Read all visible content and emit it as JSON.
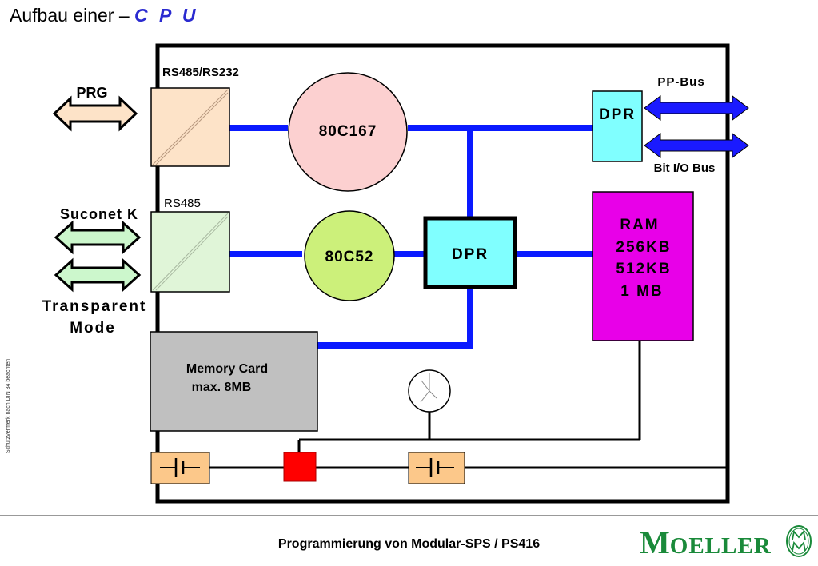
{
  "title": {
    "prefix": "Aufbau einer –",
    "highlight": "C P U"
  },
  "labels": {
    "rs485_rs232": "RS485/RS232",
    "rs485": "RS485",
    "prg": "PRG",
    "suconet": "Suconet K",
    "transparent": "Transparent",
    "mode": "Mode",
    "pp_bus": "PP-Bus",
    "bit_io_bus": "Bit I/O Bus"
  },
  "blocks": {
    "cpu_main": "80C167",
    "cpu_aux": "80C52",
    "dpr_top": "DPR",
    "dpr_center": "DPR",
    "ram": [
      "RAM",
      "256KB",
      "512KB",
      "1 MB"
    ],
    "memory_card": [
      "Memory Card",
      "max. 8MB"
    ]
  },
  "colors": {
    "bus": "#0a1aff",
    "rs485_rs232_box": "#fde3c8",
    "rs485_box": "#e0f5d8",
    "cpu_main": "#fcd0d0",
    "cpu_aux": "#ccf07a",
    "dpr": "#80ffff",
    "ram": "#e800e8",
    "memory_card": "#c0c0c0",
    "battery": "#fcc88a",
    "fuse": "#ff0000",
    "arrow_prg": "#fde3c8",
    "arrow_suconet": "#ccf7cc",
    "arrow_bus": "#1a1aff"
  },
  "side_note": "Schutzvermerk nach DIN 34 beachten",
  "footer": {
    "text": "Programmierung von Modular-SPS / PS416",
    "logo_first": "M",
    "logo_rest": "OELLER"
  }
}
